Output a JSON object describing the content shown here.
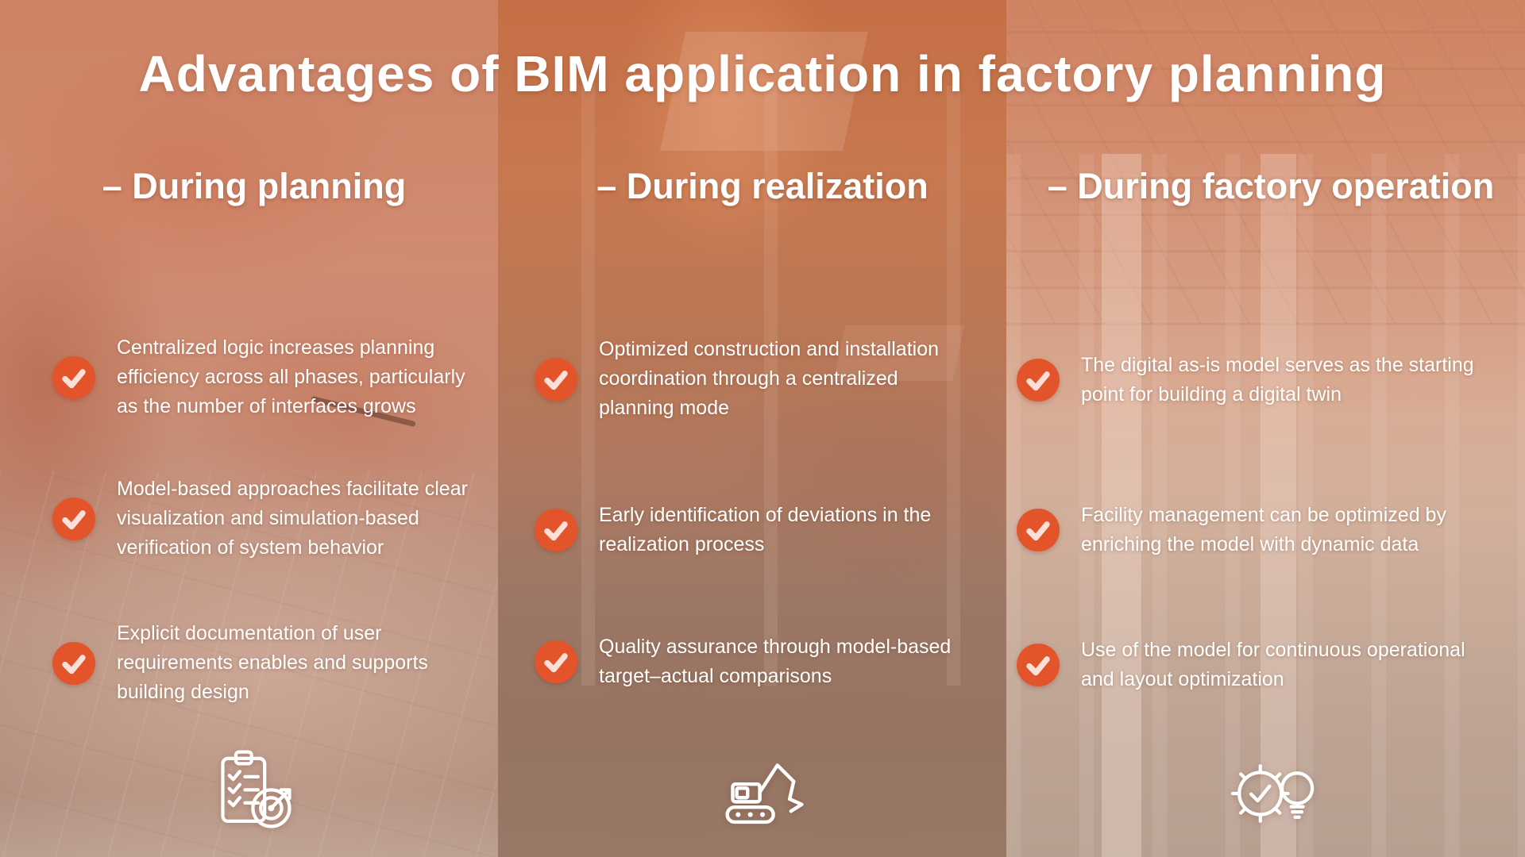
{
  "title": "Advantages of BIM application in factory planning",
  "colors": {
    "accent_orange": "#E4542B",
    "text": "#FFFFFF",
    "overlay_orange": "#E2683C"
  },
  "columns": [
    {
      "id": "planning",
      "header": "– During planning",
      "footer_icon": "checklist-target-icon",
      "items": [
        "Centralized logic increases planning efficiency across all phases, particularly as the number of interfaces grows",
        "Model-based approaches facilitate clear visualization and simulation-based verification of system behavior",
        "Explicit documentation of user requirements enables and supports building design"
      ]
    },
    {
      "id": "realization",
      "header": "– During realization",
      "footer_icon": "excavator-icon",
      "items": [
        "Optimized construction and installation coordination through a centralized planning mode",
        "Early identification of deviations in the realization process",
        "Quality assurance through model-based target–actual comparisons"
      ]
    },
    {
      "id": "factory-operation",
      "header": "– During factory operation",
      "footer_icon": "gear-lightbulb-icon",
      "items": [
        "The digital as-is model serves as the starting point for building a digital twin",
        "Facility management can be optimized by enriching the model with dynamic data",
        "Use of the model for continuous operational and layout optimization"
      ]
    }
  ]
}
